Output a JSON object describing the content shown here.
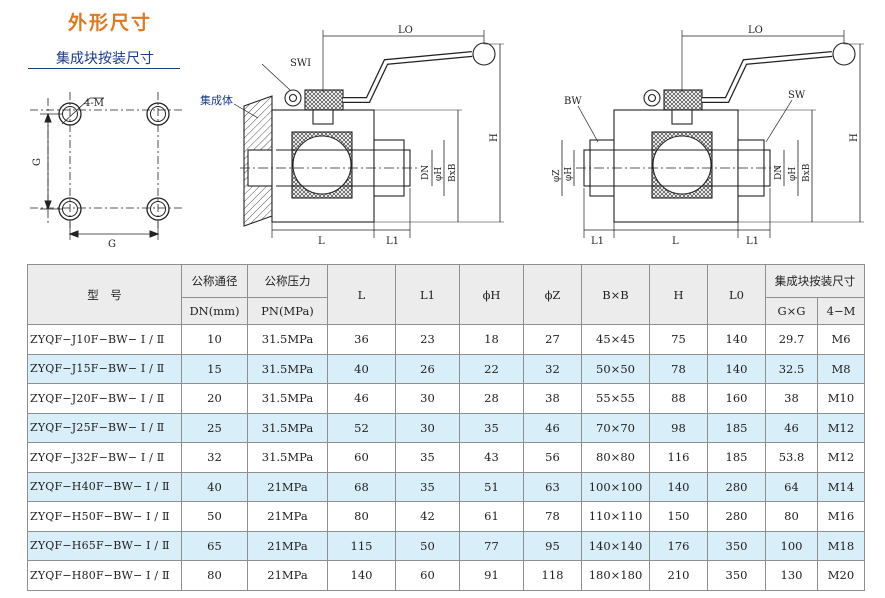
{
  "title": "外形尺寸",
  "subtitle": "集成块按装尺寸",
  "drawing_labels": {
    "four_m": "4-M",
    "g": "G",
    "swi": "SWI",
    "lo": "LO",
    "manifold": "集成体",
    "dn": "DN",
    "phi_h": "φH",
    "bxb": "BxB",
    "h": "H",
    "l": "L",
    "l1": "L1",
    "bw": "BW",
    "sw": "SW",
    "phi_z": "φZ"
  },
  "table": {
    "headers": {
      "model": "型　号",
      "dn_top": "公称通径",
      "dn_bottom": "DN(mm)",
      "pn_top": "公称压力",
      "pn_bottom": "PN(MPa)",
      "l": "L",
      "l1": "L1",
      "phi_h": "ϕH",
      "phi_z": "ϕZ",
      "bxb": "B×B",
      "h": "H",
      "l0": "L0",
      "manifold": "集成块按装尺寸",
      "gxg": "G×G",
      "m": "4−M"
    },
    "rows": [
      [
        "ZYQF−J10F−BW− Ⅰ / Ⅱ",
        "10",
        "31.5MPa",
        "36",
        "23",
        "18",
        "27",
        "45×45",
        "75",
        "140",
        "29.7",
        "M6"
      ],
      [
        "ZYQF−J15F−BW− Ⅰ / Ⅱ",
        "15",
        "31.5MPa",
        "40",
        "26",
        "22",
        "32",
        "50×50",
        "78",
        "140",
        "32.5",
        "M8"
      ],
      [
        "ZYQF−J20F−BW− Ⅰ / Ⅱ",
        "20",
        "31.5MPa",
        "46",
        "30",
        "28",
        "38",
        "55×55",
        "88",
        "160",
        "38",
        "M10"
      ],
      [
        "ZYQF−J25F−BW− Ⅰ / Ⅱ",
        "25",
        "31.5MPa",
        "52",
        "30",
        "35",
        "46",
        "70×70",
        "98",
        "185",
        "46",
        "M12"
      ],
      [
        "ZYQF−J32F−BW− Ⅰ / Ⅱ",
        "32",
        "31.5MPa",
        "60",
        "35",
        "43",
        "56",
        "80×80",
        "116",
        "185",
        "53.8",
        "M12"
      ],
      [
        "ZYQF−H40F−BW− Ⅰ / Ⅱ",
        "40",
        "21MPa",
        "68",
        "35",
        "51",
        "63",
        "100×100",
        "140",
        "280",
        "64",
        "M14"
      ],
      [
        "ZYQF−H50F−BW− Ⅰ / Ⅱ",
        "50",
        "21MPa",
        "80",
        "42",
        "61",
        "78",
        "110×110",
        "150",
        "280",
        "80",
        "M16"
      ],
      [
        "ZYQF−H65F−BW− Ⅰ / Ⅱ",
        "65",
        "21MPa",
        "115",
        "50",
        "77",
        "95",
        "140×140",
        "176",
        "350",
        "100",
        "M18"
      ],
      [
        "ZYQF−H80F−BW− Ⅰ / Ⅱ",
        "80",
        "21MPa",
        "140",
        "60",
        "91",
        "118",
        "180×180",
        "210",
        "350",
        "130",
        "M20"
      ]
    ]
  }
}
